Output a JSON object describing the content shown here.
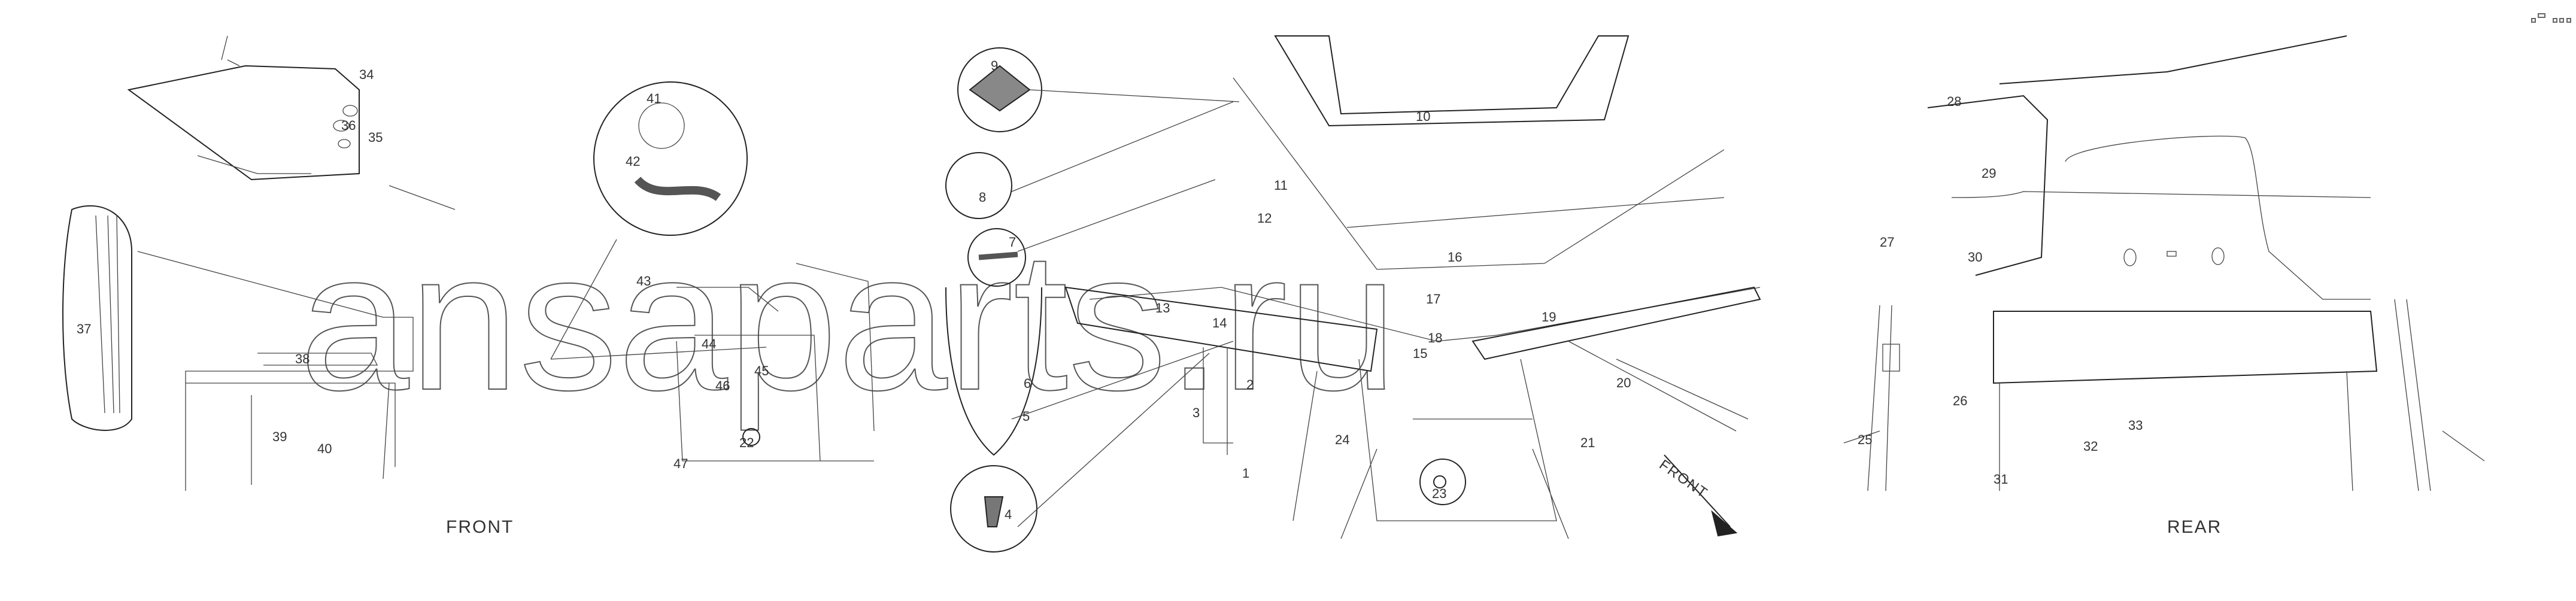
{
  "title": "Vehicle interior trim parts diagram",
  "watermark": "ansaparts.ru",
  "captions": {
    "front": "FRONT",
    "rear": "REAR",
    "front_arrow": "FRONT"
  },
  "callouts": [
    "1",
    "2",
    "3",
    "4",
    "5",
    "6",
    "7",
    "8",
    "9",
    "10",
    "11",
    "12",
    "13",
    "14",
    "15",
    "16",
    "17",
    "18",
    "19",
    "20",
    "21",
    "22",
    "23",
    "24",
    "25",
    "26",
    "27",
    "28",
    "29",
    "30",
    "31",
    "32",
    "33",
    "34",
    "35",
    "36",
    "37",
    "38",
    "39",
    "40",
    "41",
    "42",
    "43",
    "44",
    "45",
    "46",
    "47"
  ],
  "colors": {
    "line": "#222222",
    "background": "#ffffff"
  }
}
